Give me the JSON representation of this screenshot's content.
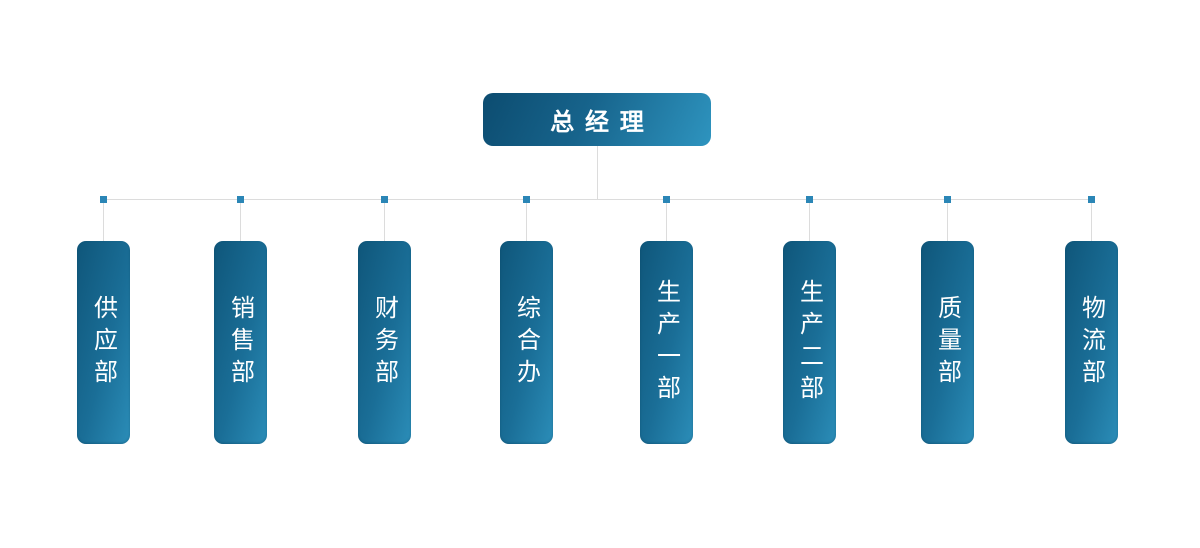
{
  "diagram": {
    "type": "org-chart",
    "root": {
      "title": "总经理"
    },
    "departments": [
      {
        "label": "供应部"
      },
      {
        "label": "销售部"
      },
      {
        "label": "财务部"
      },
      {
        "label": "综合办"
      },
      {
        "label": "生产一部"
      },
      {
        "label": "生产二部"
      },
      {
        "label": "质量部"
      },
      {
        "label": "物流部"
      }
    ],
    "colors": {
      "node_gradient_dark": "#0c4c70",
      "node_gradient_light": "#2e94bf",
      "connector_line": "#dcdcdc",
      "junction_square": "#2b86b6",
      "node_text": "#ffffff",
      "background": "#ffffff"
    }
  }
}
